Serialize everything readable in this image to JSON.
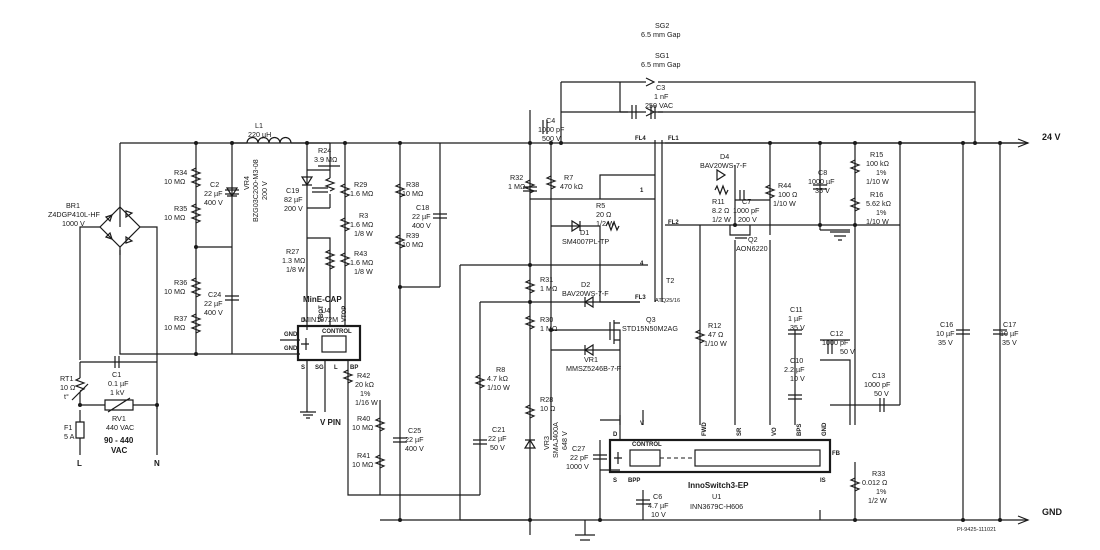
{
  "title_plate": "PI-9425-111021",
  "rails": {
    "out_pos": "24 V",
    "out_gnd": "GND"
  },
  "input": {
    "lines": [
      "90 - 440",
      "VAC"
    ],
    "line_l": "L",
    "line_n": "N"
  },
  "ic_minecap": {
    "name": "MinE-CAP",
    "ref": "U4",
    "part": "MIN1072M",
    "block": "CONTROL",
    "pins": [
      "D",
      "VBOT",
      "VTOP",
      "GND",
      "GND",
      "S",
      "SG",
      "L",
      "BP"
    ],
    "vpin": "V PIN"
  },
  "ic_inno": {
    "name": "InnoSwitch3-EP",
    "ref": "U1",
    "part": "INN3679C-H606",
    "block": "CONTROL",
    "pins": [
      "D",
      "V",
      "S",
      "BPP",
      "FWD",
      "SR",
      "VO",
      "BPS",
      "GND",
      "FB",
      "IS"
    ]
  },
  "transformer": {
    "ref": "T2",
    "part": "ATQ25/16",
    "pins": [
      "FL4",
      "FL1",
      "1",
      "FL2",
      "4",
      "FL3"
    ]
  },
  "components": {
    "BR1": [
      "BR1",
      "Z4DGP410L-HF",
      "1000 V"
    ],
    "L1": [
      "L1",
      "220 µH"
    ],
    "C1": [
      "C1",
      "0.1 µF",
      "1 kV"
    ],
    "RT1": [
      "RT1",
      "10 Ω",
      "t°"
    ],
    "F1": [
      "F1",
      "5 A"
    ],
    "RV1": [
      "RV1",
      "440 VAC"
    ],
    "R34": [
      "R34",
      "10 MΩ"
    ],
    "R35": [
      "R35",
      "10 MΩ"
    ],
    "R36": [
      "R36",
      "10 MΩ"
    ],
    "R37": [
      "R37",
      "10 MΩ"
    ],
    "C2": [
      "C2",
      "22 µF",
      "400 V"
    ],
    "C24": [
      "C24",
      "22 µF",
      "400 V"
    ],
    "VR4": [
      "VR4",
      "BZG03C200-M3-08",
      "200 V"
    ],
    "R24": [
      "R24",
      "3.9 MΩ"
    ],
    "C19": [
      "C19",
      "82 µF",
      "200 V"
    ],
    "R27": [
      "R27",
      "1.3 MΩ",
      "1/8 W"
    ],
    "R29": [
      "R29",
      "1.6 MΩ"
    ],
    "R3": [
      "R3",
      "1.6 MΩ",
      "1/8 W"
    ],
    "R43": [
      "R43",
      "1.6 MΩ",
      "1/8 W"
    ],
    "R38": [
      "R38",
      "10 MΩ"
    ],
    "R39": [
      "R39",
      "10 MΩ"
    ],
    "C18": [
      "C18",
      "22 µF",
      "400 V"
    ],
    "R42": [
      "R42",
      "20 kΩ",
      "1%",
      "1/16 W"
    ],
    "R40": [
      "R40",
      "10 MΩ"
    ],
    "R41": [
      "R41",
      "10 MΩ"
    ],
    "C25": [
      "C25",
      "22 µF",
      "400 V"
    ],
    "C4": [
      "C4",
      "1000 pF",
      "500 V"
    ],
    "C3": [
      "C3",
      "1 nF",
      "250 VAC"
    ],
    "SG1": [
      "SG1",
      "6.5 mm Gap"
    ],
    "SG2": [
      "SG2",
      "6.5 mm Gap"
    ],
    "R32": [
      "R32",
      "1 MΩ"
    ],
    "R7": [
      "R7",
      "470 kΩ"
    ],
    "R5": [
      "R5",
      "20 Ω",
      "1/2 W"
    ],
    "D1": [
      "D1",
      "SM4007PL-TP"
    ],
    "R31": [
      "R31",
      "1 MΩ"
    ],
    "D2": [
      "D2",
      "BAV20WS-7-F"
    ],
    "R30": [
      "R30",
      "1 MΩ"
    ],
    "Q3": [
      "Q3",
      "STD15N50M2AG"
    ],
    "VR1": [
      "VR1",
      "MMSZ5246B-7-F"
    ],
    "R8": [
      "R8",
      "4.7 kΩ",
      "1/10 W"
    ],
    "R28": [
      "R28",
      "10 Ω"
    ],
    "C21": [
      "C21",
      "22 µF",
      "50 V"
    ],
    "VR3": [
      "VR3",
      "SMAJ400A",
      "648 V"
    ],
    "C27": [
      "C27",
      "22 pF",
      "1000 V"
    ],
    "C6": [
      "C6",
      "4.7 µF",
      "10 V"
    ],
    "R12": [
      "R12",
      "47 Ω",
      "1/10 W"
    ],
    "D4": [
      "D4",
      "BAV20WS-7-F"
    ],
    "R11": [
      "R11",
      "8.2 Ω",
      "1/2 W"
    ],
    "C7": [
      "C7",
      "1000 pF",
      "200 V"
    ],
    "Q2": [
      "Q2",
      "AON6220"
    ],
    "R44": [
      "R44",
      "100 Ω",
      "1/10 W"
    ],
    "C8": [
      "C8",
      "1000 µF",
      "35 V"
    ],
    "R15": [
      "R15",
      "100 kΩ",
      "1%",
      "1/10 W"
    ],
    "R16": [
      "R16",
      "5.62 kΩ",
      "1%",
      "1/10 W"
    ],
    "C11": [
      "C11",
      "1 µF",
      "35 V"
    ],
    "C12": [
      "C12",
      "1000 pF",
      "50 V"
    ],
    "C10": [
      "C10",
      "2.2 µF",
      "10 V"
    ],
    "C13": [
      "C13",
      "1000 pF",
      "50 V"
    ],
    "R33": [
      "R33",
      "0.012 Ω",
      "1%",
      "1/2 W"
    ],
    "C16": [
      "C16",
      "10 µF",
      "35 V"
    ],
    "C17": [
      "C17",
      "10 µF",
      "35 V"
    ]
  }
}
